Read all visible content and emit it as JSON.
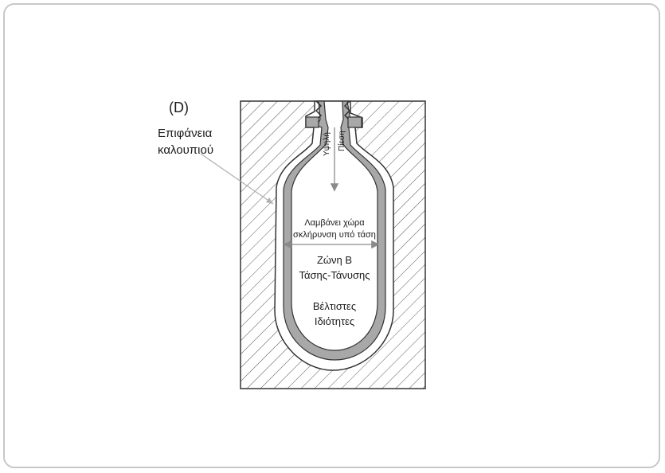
{
  "labels": {
    "d": "(D)",
    "surface_line1": "Επιφάνεια",
    "surface_line2": "καλουπιού",
    "high": "Υψηλή",
    "pressure": "Πίεση",
    "stretch_line1": "Λαμβάνει χώρα",
    "stretch_line2": "σκλήρυνση υπό τάση",
    "zone_line1": "Ζώνη Β",
    "zone_line2": "Τάσης-Τάνυσης",
    "optimal_line1": "Βέλτιστες",
    "optimal_line2": "Ιδιότητες"
  },
  "colors": {
    "hatch": "#555555",
    "wall": "#a8a8a8",
    "outline": "#333333",
    "arrow": "#8a8a8a"
  }
}
